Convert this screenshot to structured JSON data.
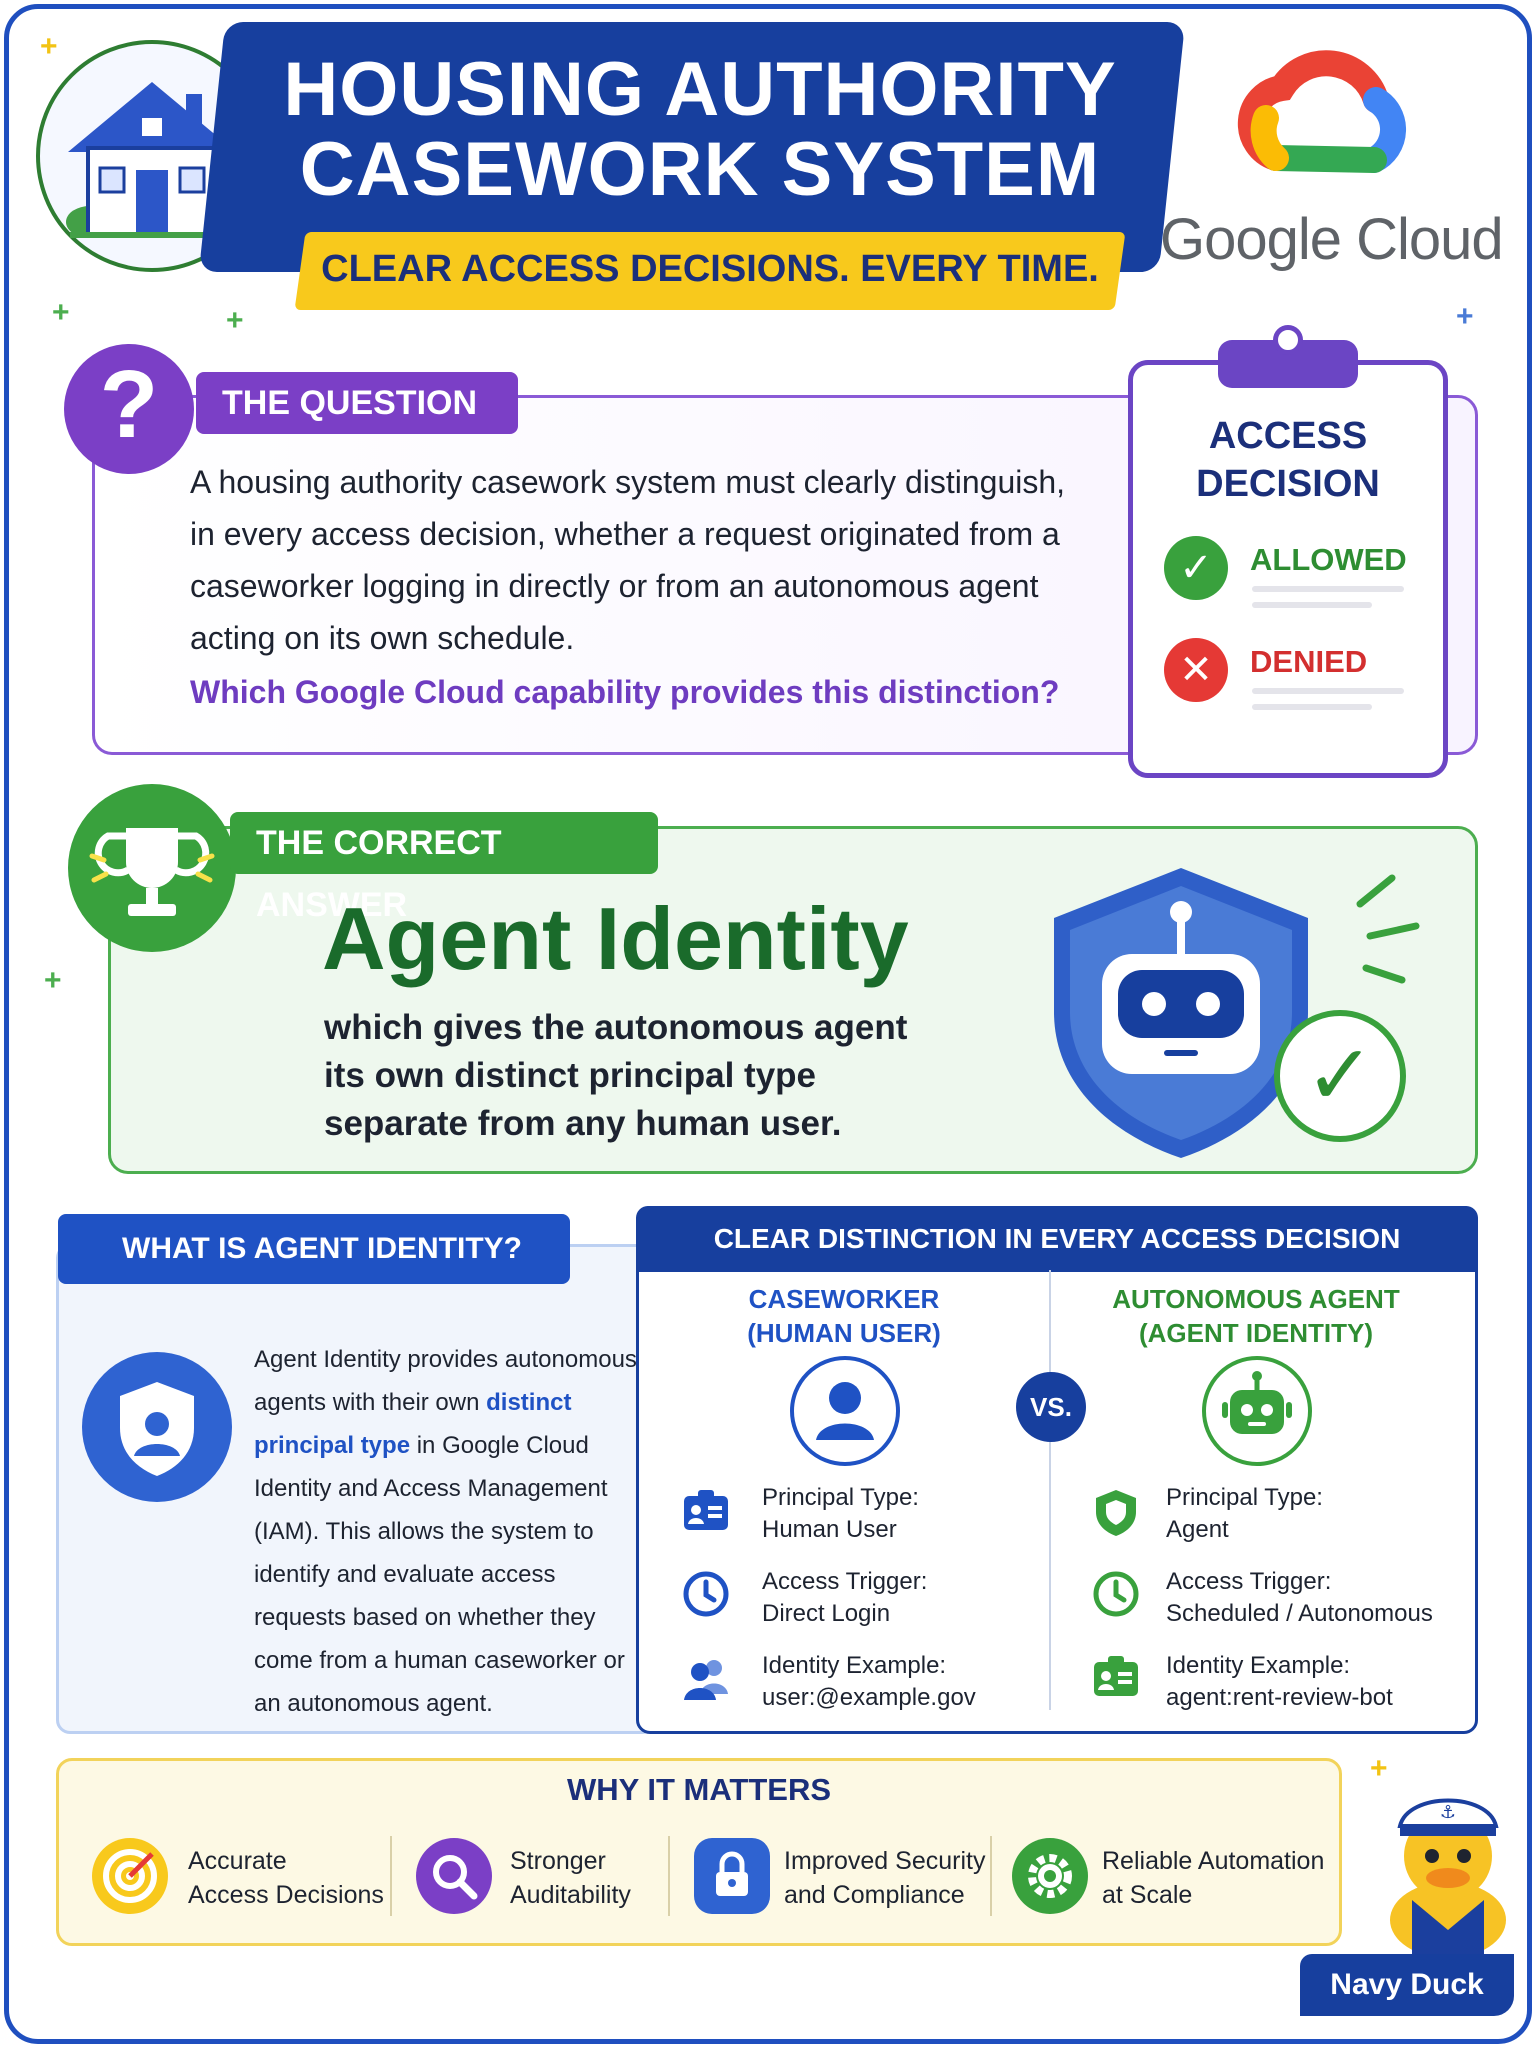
{
  "header": {
    "title_line1": "HOUSING AUTHORITY",
    "title_line2": "CASEWORK SYSTEM",
    "tagline": "CLEAR ACCESS DECISIONS. EVERY TIME.",
    "brand": "Google Cloud"
  },
  "question": {
    "label": "THE QUESTION",
    "mark": "?",
    "body": "A housing authority casework system must clearly distinguish, in every access decision, whether a request originated from a caseworker logging in directly or from an autonomous agent acting on its own schedule.",
    "prompt": "Which Google Cloud capability provides this distinction?"
  },
  "clipboard": {
    "title_line1": "ACCESS",
    "title_line2": "DECISION",
    "allowed": "ALLOWED",
    "denied": "DENIED"
  },
  "answer": {
    "label": "THE CORRECT ANSWER",
    "title": "Agent Identity",
    "body_line1": "which gives the autonomous agent",
    "body_line2": "its own distinct principal type",
    "body_line3": "separate from any human user."
  },
  "what_is": {
    "label": "WHAT IS AGENT IDENTITY?",
    "text_before": "Agent Identity provides autonomous agents with their own ",
    "highlight": "distinct principal type",
    "text_after": " in Google Cloud Identity and Access Management (IAM). This allows the system to identify and evaluate access requests based on whether they come from a human caseworker or an autonomous agent."
  },
  "comparison": {
    "header": "CLEAR DISTINCTION IN EVERY ACCESS DECISION",
    "vs": "VS.",
    "left": {
      "title_line1": "CASEWORKER",
      "title_line2": "(HUMAN USER)",
      "rows": [
        {
          "icon": "id-card-icon",
          "label": "Principal Type:",
          "value": "Human User"
        },
        {
          "icon": "clock-icon",
          "label": "Access Trigger:",
          "value": "Direct Login"
        },
        {
          "icon": "users-icon",
          "label": "Identity Example:",
          "value": "user:@example.gov"
        }
      ]
    },
    "right": {
      "title_line1": "AUTONOMOUS AGENT",
      "title_line2": "(AGENT IDENTITY)",
      "rows": [
        {
          "icon": "shield-icon",
          "label": "Principal Type:",
          "value": "Agent"
        },
        {
          "icon": "clock-icon",
          "label": "Access Trigger:",
          "value": "Scheduled / Autonomous"
        },
        {
          "icon": "id-card-icon",
          "label": "Identity Example:",
          "value": "agent:rent-review-bot"
        }
      ]
    }
  },
  "why": {
    "title": "WHY IT MATTERS",
    "items": [
      {
        "icon": "target-icon",
        "line1": "Accurate",
        "line2": "Access Decisions"
      },
      {
        "icon": "magnifier-icon",
        "line1": "Stronger",
        "line2": "Auditability"
      },
      {
        "icon": "lock-icon",
        "line1": "Improved Security",
        "line2": "and Compliance"
      },
      {
        "icon": "gear-icon",
        "line1": "Reliable Automation",
        "line2": "at Scale"
      }
    ]
  },
  "mascot": {
    "name": "Navy Duck"
  },
  "colors": {
    "navy": "#173f9e",
    "blue": "#1f52c4",
    "purple": "#7b3fc6",
    "green": "#39a13d",
    "yellow": "#f8c91c",
    "red": "#e53935"
  }
}
